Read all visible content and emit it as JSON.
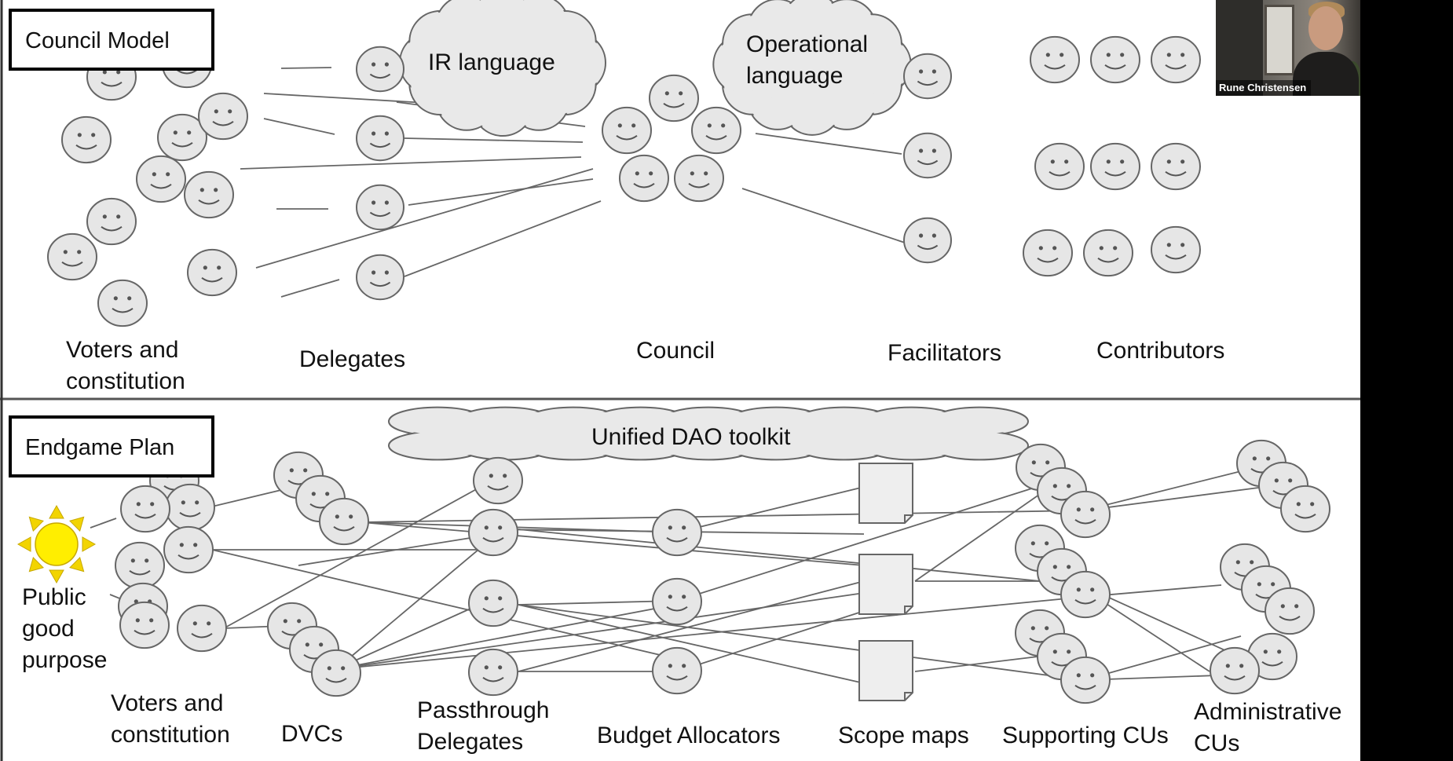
{
  "top_section": {
    "title": "Council Model",
    "clouds": [
      {
        "lines": [
          "IR language"
        ]
      },
      {
        "lines": [
          "Operational",
          "language"
        ]
      }
    ],
    "column_labels": [
      {
        "lines": [
          "Voters and",
          "constitution"
        ]
      },
      {
        "lines": [
          "Delegates"
        ]
      },
      {
        "lines": [
          "Council"
        ]
      },
      {
        "lines": [
          "Facilitators"
        ]
      },
      {
        "lines": [
          "Contributors"
        ]
      }
    ]
  },
  "bottom_section": {
    "title": "Endgame Plan",
    "cloud": {
      "lines": [
        "Unified DAO toolkit"
      ]
    },
    "sun_label": {
      "lines": [
        "Public",
        "good",
        "purpose"
      ]
    },
    "column_labels": [
      {
        "lines": [
          "Voters and",
          "constitution"
        ]
      },
      {
        "lines": [
          "DVCs"
        ]
      },
      {
        "lines": [
          "Passthrough",
          "Delegates"
        ]
      },
      {
        "lines": [
          "Budget Allocators"
        ]
      },
      {
        "lines": [
          "Scope maps"
        ]
      },
      {
        "lines": [
          "Supporting CUs"
        ]
      },
      {
        "lines": [
          "Administrative",
          "CUs"
        ]
      }
    ]
  },
  "webcam": {
    "participant_name": "Rune Christensen"
  },
  "colors": {
    "face_fill": "#e6e6e6",
    "stroke": "#666666",
    "sun_fill": "#ffee00",
    "sun_rays": "#f2d400",
    "cloud_fill": "#e9e9e9"
  }
}
